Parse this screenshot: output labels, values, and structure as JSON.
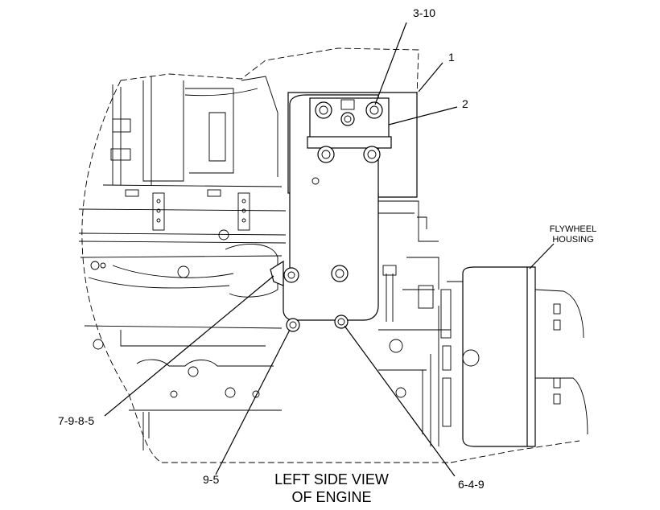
{
  "callouts": {
    "c_3_10": "3-10",
    "c_1": "1",
    "c_2": "2",
    "c_flywheel_line1": "FLYWHEEL",
    "c_flywheel_line2": "HOUSING",
    "c_7_9_8_5": "7-9-8-5",
    "c_9_5": "9-5",
    "c_6_4_9": "6-4-9"
  },
  "caption": {
    "line1": "LEFT SIDE VIEW",
    "line2": "OF ENGINE"
  }
}
